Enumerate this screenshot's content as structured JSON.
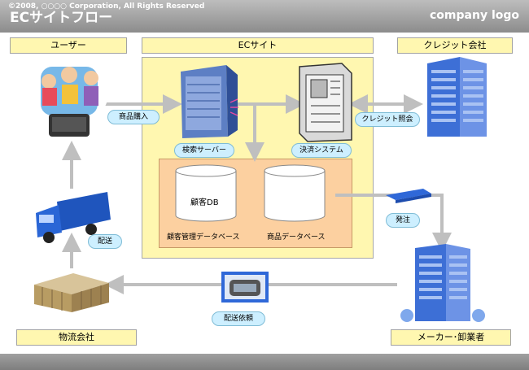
{
  "header": {
    "title": "ECサイトフロー",
    "logo": "company logo"
  },
  "footer": {
    "copyright": "©2008, ○○○○ Corporation, All Rights Reserved"
  },
  "nodes": {
    "user": "ユーザー",
    "ec_site": "ECサイト",
    "credit": "クレジット会社",
    "logistics": "物流会社",
    "maker": "メーカー･卸業者",
    "search_server": "検索サーバー",
    "payment_system": "決済システム",
    "customer_db": "顧客DB",
    "customer_db_label": "顧客管理データベース",
    "product_db_label": "商品データベース"
  },
  "edges": {
    "purchase": "商品購入",
    "credit_check": "クレジット照会",
    "order": "発注",
    "delivery_request": "配送依頼",
    "delivery": "配送"
  },
  "colors": {
    "label_fill": "#fff7b0",
    "pill_fill": "#cdefff",
    "db_area_fill": "#fcd0a0",
    "building": "#3d6fd6",
    "arrow": "#bfbfbf"
  },
  "icons": [
    "user-group-icon",
    "server-icon",
    "payment-machine-icon",
    "office-building-icon",
    "truck-icon",
    "warehouse-icon",
    "phone-fax-icon",
    "database-icon"
  ]
}
